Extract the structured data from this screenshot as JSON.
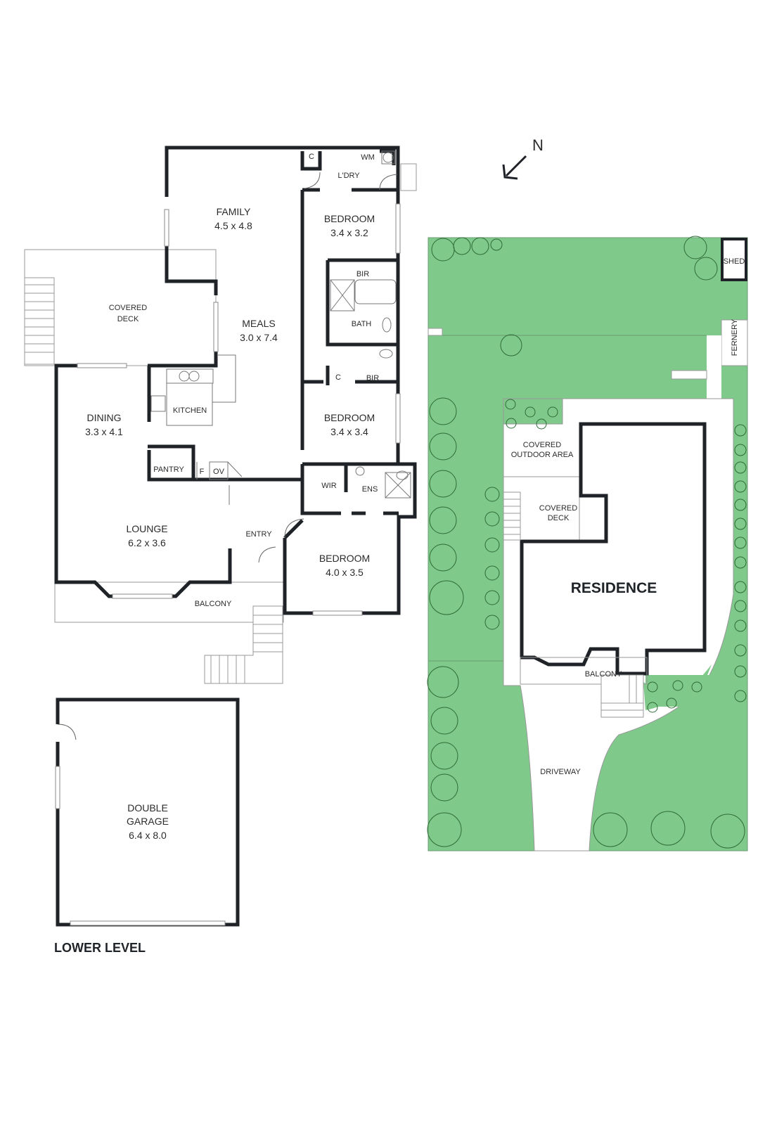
{
  "compass": {
    "label": "N"
  },
  "rooms": {
    "family": {
      "name": "FAMILY",
      "size": "4.5 x 4.8"
    },
    "covered_deck": {
      "name1": "COVERED",
      "name2": "DECK"
    },
    "meals": {
      "name": "MEALS",
      "size": "3.0 x 7.4"
    },
    "laundry": {
      "name": "L'DRY",
      "wm": "WM",
      "c": "C"
    },
    "bedroom1": {
      "name": "BEDROOM",
      "size": "3.4 x 3.2"
    },
    "bir1": "BIR",
    "bath": "BATH",
    "c2": "C",
    "bir2": "BIR",
    "bedroom2": {
      "name": "BEDROOM",
      "size": "3.4 x 3.4"
    },
    "dining": {
      "name": "DINING",
      "size": "3.3 x 4.1"
    },
    "kitchen": "KITCHEN",
    "pantry": "PANTRY",
    "fridge": "F",
    "oven": "OV",
    "wir": "WIR",
    "ens": "ENS",
    "lounge": {
      "name": "LOUNGE",
      "size": "6.2 x 3.6"
    },
    "entry": "ENTRY",
    "bedroom3": {
      "name": "BEDROOM",
      "size": "4.0 x 3.5"
    },
    "balcony": "BALCONY",
    "garage": {
      "name1": "DOUBLE",
      "name2": "GARAGE",
      "size": "6.4 x 8.0"
    }
  },
  "level_label": "LOWER LEVEL",
  "site": {
    "shed": "SHED",
    "fernery": "FERNERY",
    "covered_outdoor_area": {
      "line1": "COVERED",
      "line2": "OUTDOOR AREA"
    },
    "covered_deck": {
      "line1": "COVERED",
      "line2": "DECK"
    },
    "residence": "RESIDENCE",
    "balcony": "BALCONY",
    "driveway": "DRIVEWAY"
  },
  "colors": {
    "lawn": "#7fc98b",
    "wall": "#1f2328"
  }
}
